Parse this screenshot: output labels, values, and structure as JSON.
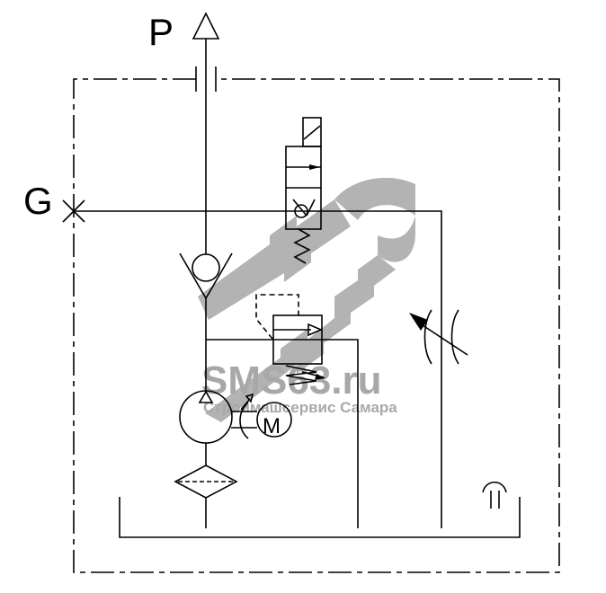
{
  "diagram": {
    "labels": {
      "pressure_port": "P",
      "gauge_port": "G",
      "motor": "M"
    },
    "watermark": {
      "brand": "SMS63.ru",
      "subtitle": "Строймашсервис Самара"
    },
    "colors": {
      "line": "#000000",
      "watermark": "#b3b3b3"
    }
  }
}
